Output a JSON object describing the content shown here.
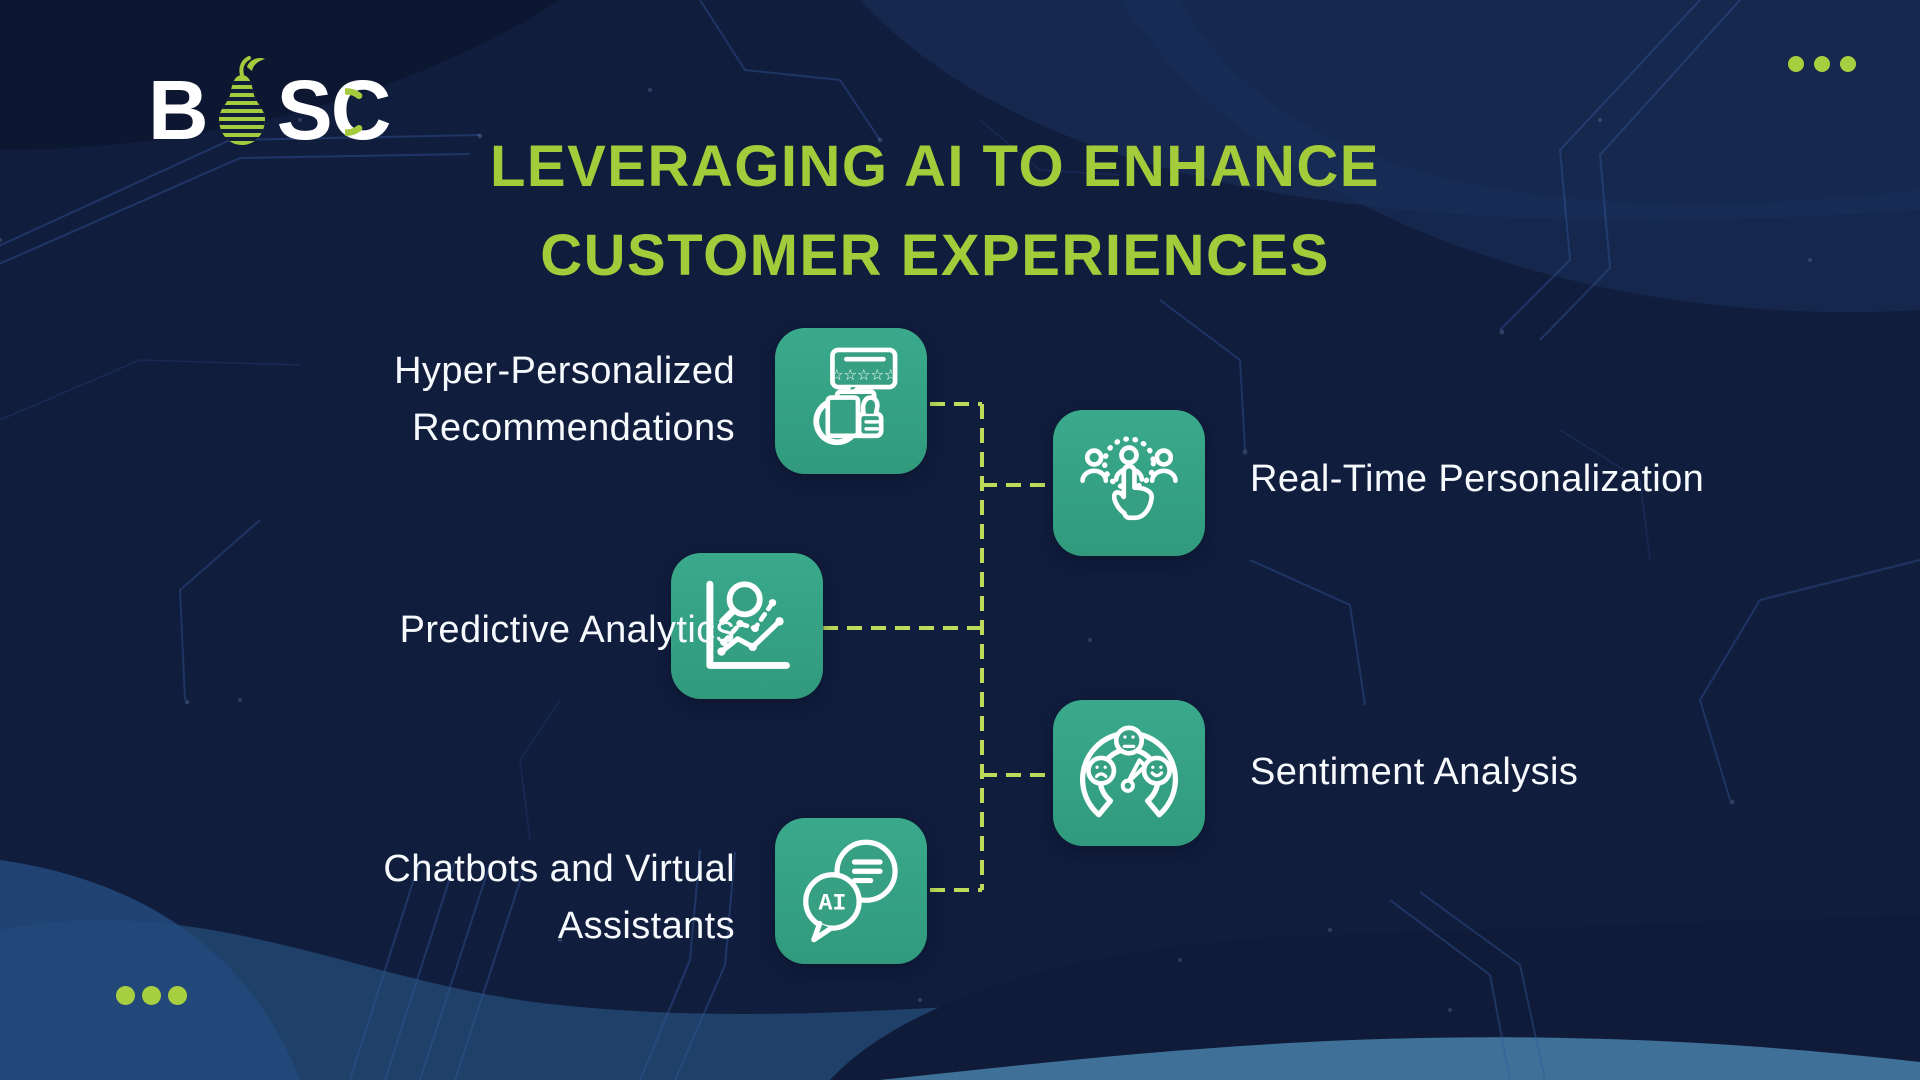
{
  "header": {
    "title_line1": "LEVERAGING AI TO ENHANCE",
    "title_line2": "CUSTOMER EXPERIENCES"
  },
  "logo": {
    "letter_b": "B",
    "letter_s": "S",
    "letter_c": "C",
    "pear_icon": "pear-icon"
  },
  "items": [
    {
      "label": "Hyper-Personalized Recommendations",
      "icon": "review-thumbs-up-icon",
      "side": "left",
      "icon_stars": "☆☆☆☆☆"
    },
    {
      "label": "Real-Time Personalization",
      "icon": "user-selection-icon",
      "side": "right"
    },
    {
      "label": "Predictive Analytics",
      "icon": "analytics-magnifier-icon",
      "side": "left"
    },
    {
      "label": "Sentiment Analysis",
      "icon": "sentiment-gauge-icon",
      "side": "right"
    },
    {
      "label": "Chatbots and Virtual Assistants",
      "icon": "ai-chat-icon",
      "side": "left",
      "icon_text": "AI"
    }
  ],
  "colors": {
    "background_navy": "#111d3d",
    "tile_teal": "#38a082",
    "accent_green": "#a3cb3a",
    "connector_green": "#bedc5a",
    "dot_green": "#a8cf3f",
    "label_white": "#ffffff"
  },
  "decor": {
    "corner_dot_count_top_right": 3,
    "corner_dot_count_bottom_left": 3
  }
}
